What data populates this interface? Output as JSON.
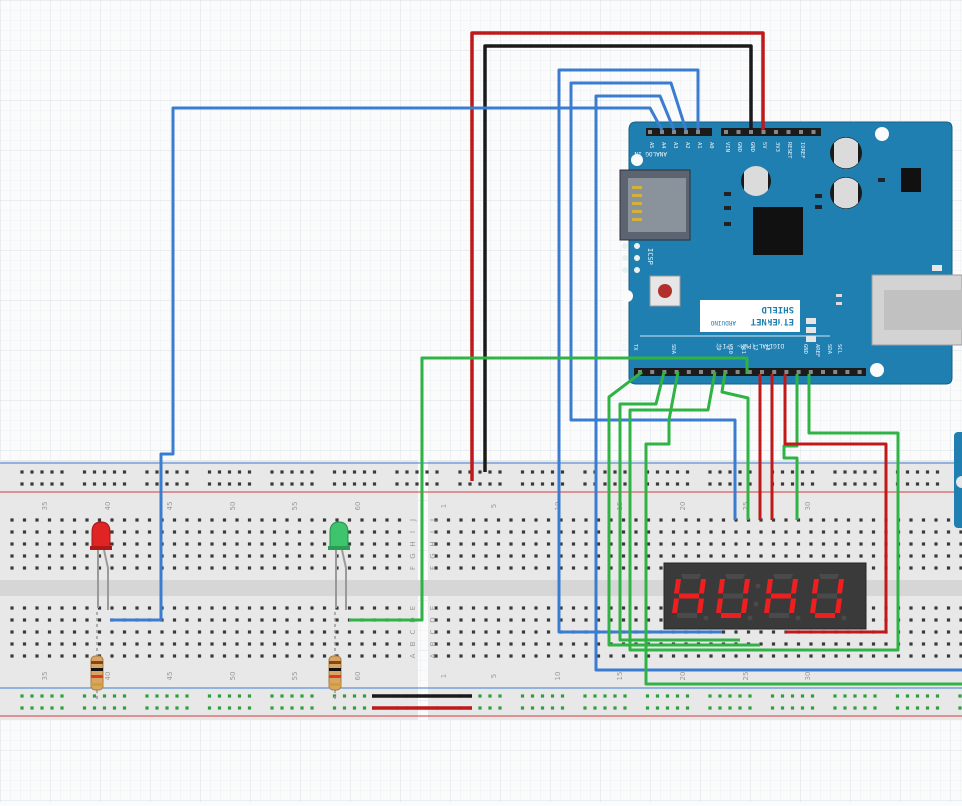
{
  "shield": {
    "analog_pins": [
      "A5",
      "A4",
      "A3",
      "A2",
      "A1",
      "A0"
    ],
    "analog_title": "ANALOG IN",
    "power_pins": [
      "VIN",
      "GND",
      "GND",
      "5V",
      "3V3",
      "RESET",
      "IOREF"
    ],
    "digital_labels": [
      "RX",
      "TX",
      "SDA",
      "~9",
      "~10",
      "~11",
      "12",
      "13",
      "GND",
      "AREF",
      "SDA",
      "SCL"
    ],
    "digital_title": "DIGITAL (PWM~ SPI↑)",
    "icsp": "ICSP",
    "board_name_1": "ETHERNET",
    "board_name_2": "SHIELD",
    "brand": "ARDUINO"
  },
  "breadboard": {
    "column_numbers_left": [
      "35",
      "40",
      "45",
      "50",
      "55",
      "60"
    ],
    "column_numbers_right": [
      "1",
      "5",
      "10",
      "15",
      "20",
      "25",
      "30"
    ],
    "row_letters_top": [
      "J",
      "I",
      "H",
      "G",
      "F"
    ],
    "row_letters_bottom": [
      "E",
      "D",
      "C",
      "B",
      "A"
    ]
  },
  "display": {
    "digits": [
      "H",
      "U",
      "H",
      "U"
    ]
  },
  "leds": [
    {
      "name": "red-led",
      "color": "#e02424"
    },
    {
      "name": "green-led",
      "color": "#3ec46d"
    }
  ],
  "wire_colors": {
    "red": "#c0191a",
    "black": "#1a1a1a",
    "blue": "#3a7dd0",
    "green": "#2fb344"
  },
  "colors": {
    "board": "#1f7fb0",
    "breadboard": "#e6e6e6",
    "segment_on": "#ef1f1f",
    "display_body": "#3a3a3a"
  }
}
